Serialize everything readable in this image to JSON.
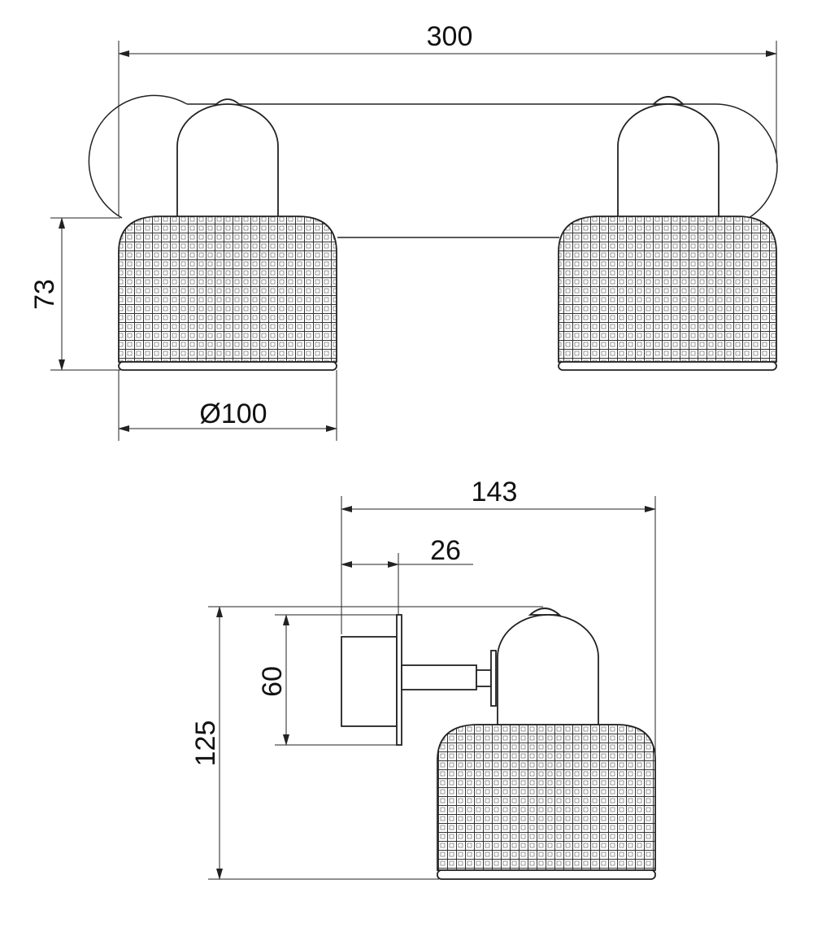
{
  "dimensions": {
    "total_width": "300",
    "shade_height": "73",
    "shade_diameter": "Ø100",
    "projection": "143",
    "base_depth": "26",
    "base_height": "60",
    "total_height": "125"
  },
  "colors": {
    "line": "#222222",
    "background": "#ffffff"
  }
}
